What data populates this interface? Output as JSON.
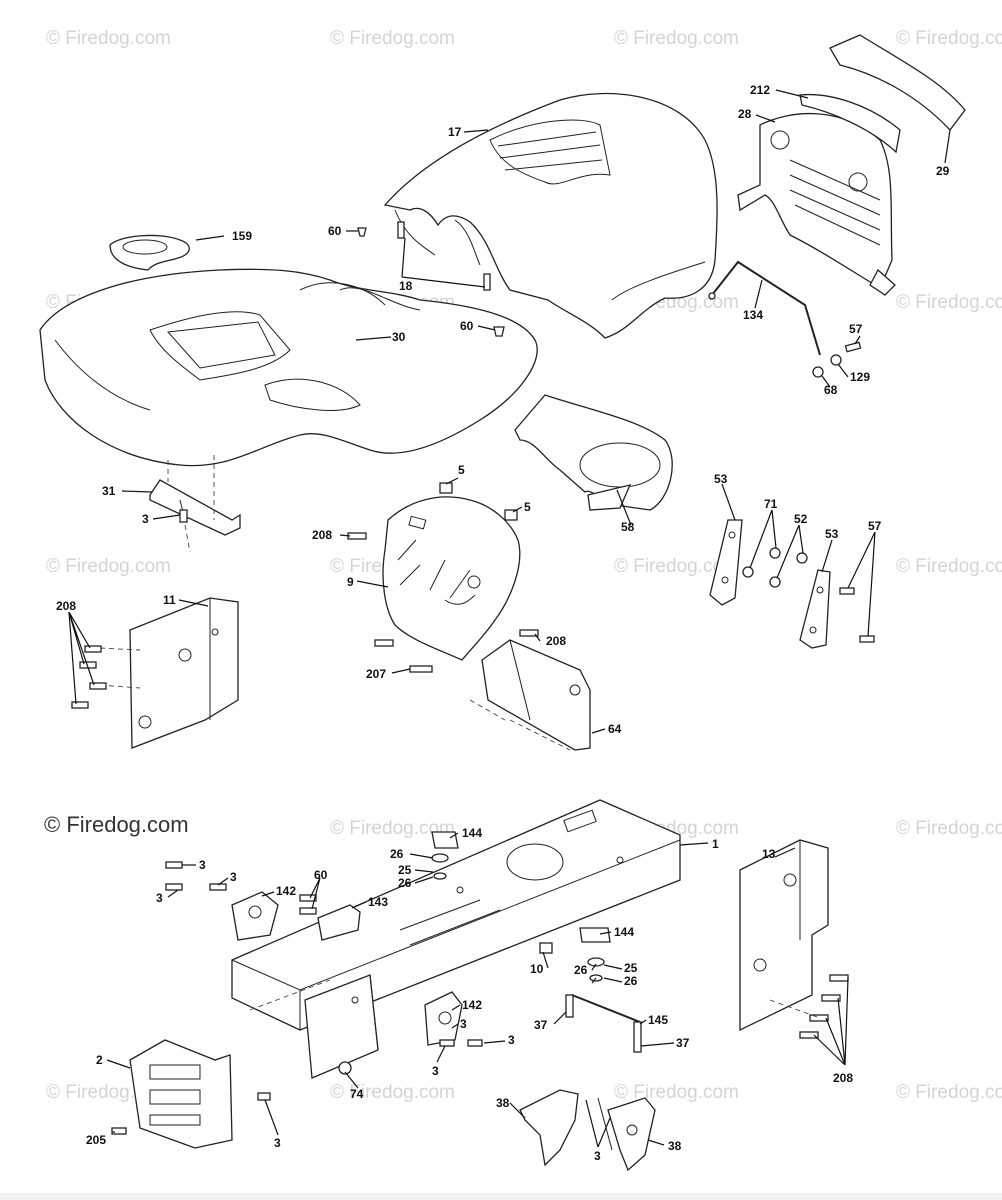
{
  "watermark_text": "© Firedog.com",
  "copyright": "© Firedog.com",
  "callouts": {
    "c17": "17",
    "c212": "212",
    "c28": "28",
    "c29": "29",
    "c159": "159",
    "c60a": "60",
    "c60b": "60",
    "c18": "18",
    "c30": "30",
    "c134": "134",
    "c57a": "57",
    "c129": "129",
    "c68": "68",
    "c5a": "5",
    "c5b": "5",
    "c58": "58",
    "c31": "31",
    "c3a": "3",
    "c208a": "208",
    "c9": "9",
    "c208b": "208",
    "c207": "207",
    "c64": "64",
    "c208c": "208",
    "c11": "11",
    "c53a": "53",
    "c71": "71",
    "c52": "52",
    "c53b": "53",
    "c57b": "57",
    "c144a": "144",
    "c1": "1",
    "c26a": "26",
    "c25a": "25",
    "c26b": "26",
    "c3b": "3",
    "c3c": "3",
    "c3d": "3",
    "c142a": "142",
    "c60c": "60",
    "c143": "143",
    "c13": "13",
    "c144b": "144",
    "c10": "10",
    "c25b": "25",
    "c26c": "26",
    "c26d": "26",
    "c142b": "142",
    "c3e": "3",
    "c3f": "3",
    "c3g": "3",
    "c37a": "37",
    "c145": "145",
    "c37b": "37",
    "c2": "2",
    "c74": "74",
    "c3h": "3",
    "c205": "205",
    "c38a": "38",
    "c3i": "3",
    "c38b": "38",
    "c208d": "208"
  }
}
